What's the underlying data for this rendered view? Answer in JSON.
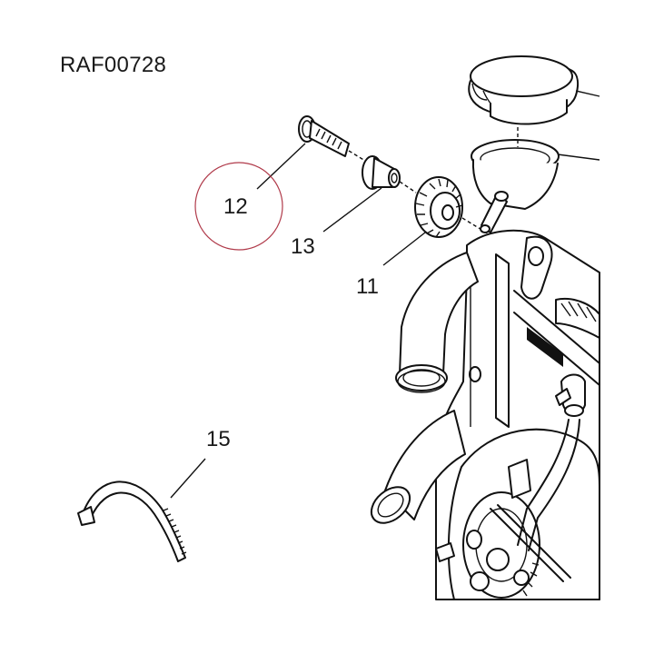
{
  "diagram": {
    "reference_code": "RAF00728",
    "highlight_color": "#b03a4a",
    "callouts": {
      "c12": "12",
      "c13": "13",
      "c11": "11",
      "c15": "15"
    }
  }
}
